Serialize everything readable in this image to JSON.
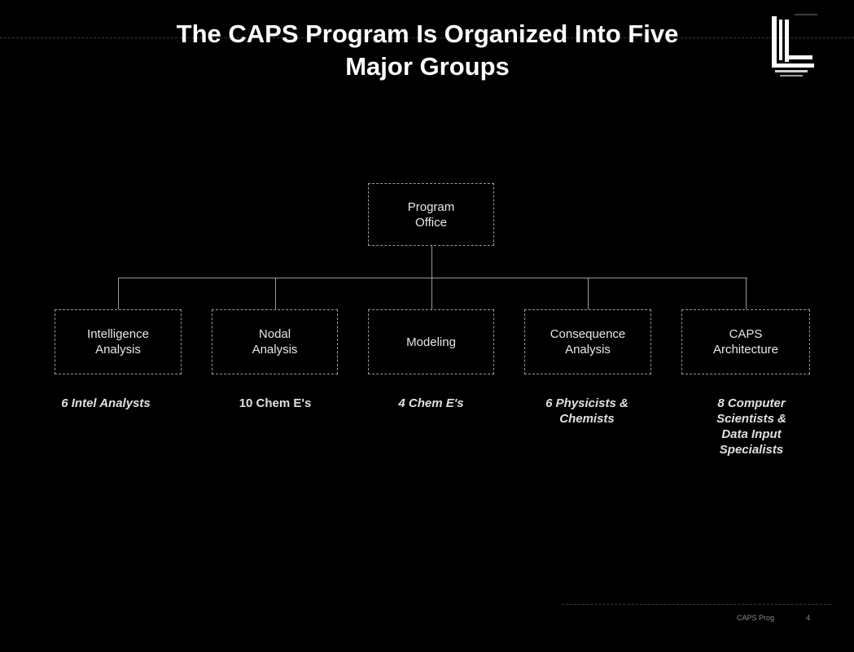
{
  "title": {
    "line1": "The CAPS Program Is Organized Into Five",
    "line2": "Major Groups"
  },
  "org_chart": {
    "root": "Program\nOffice",
    "groups": [
      {
        "label": "Intelligence\nAnalysis",
        "staff": "6 Intel Analysts"
      },
      {
        "label": "Nodal\nAnalysis",
        "staff": "10 Chem E's"
      },
      {
        "label": "Modeling",
        "staff": "4 Chem E's"
      },
      {
        "label": "Consequence\nAnalysis",
        "staff": "6 Physicists &\nChemists"
      },
      {
        "label": "CAPS\nArchitecture",
        "staff": "8 Computer\nScientists &\nData Input\nSpecialists"
      }
    ]
  },
  "footer": {
    "label": "CAPS Prog",
    "page": "4"
  },
  "colors": {
    "background": "#000000",
    "text": "#ffffff",
    "lines": "#9a9a9a"
  }
}
